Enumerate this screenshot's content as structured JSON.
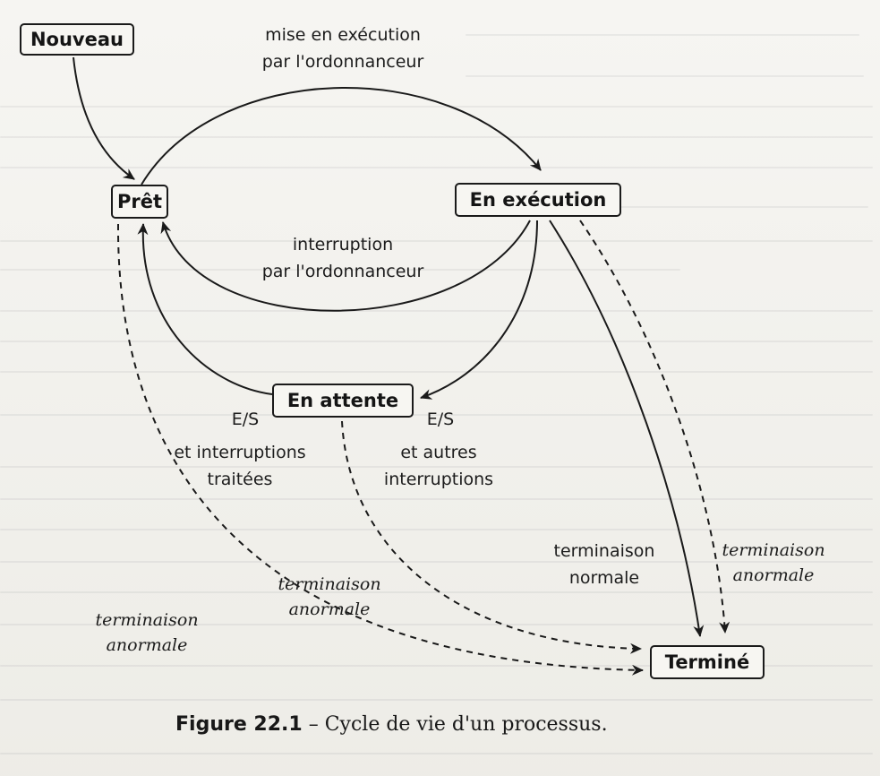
{
  "states": {
    "nouveau": "Nouveau",
    "pret": "Prêt",
    "en_execution": "En exécution",
    "en_attente": "En attente",
    "termine": "Terminé"
  },
  "transitions": {
    "mise_en_execution": [
      "mise en exécution",
      "par l'ordonnanceur"
    ],
    "interruption": [
      "interruption",
      "par l'ordonnanceur"
    ],
    "es_attente_left": [
      "E/S"
    ],
    "es_attente_right": [
      "E/S"
    ],
    "et_interruptions_traitees": [
      "et interruptions",
      "traitées"
    ],
    "et_autres_interruptions": [
      "et autres",
      "interruptions"
    ],
    "terminaison_normale": [
      "terminaison",
      "normale"
    ],
    "terminaison_anormale_execution": [
      "terminaison",
      "anormale"
    ],
    "terminaison_anormale_attente": [
      "terminaison",
      "anormale"
    ],
    "terminaison_anormale_pret": [
      "terminaison",
      "anormale"
    ]
  },
  "caption": {
    "figure": "Figure 22.1",
    "separator": "–",
    "text": "Cycle de vie d'un processus."
  }
}
